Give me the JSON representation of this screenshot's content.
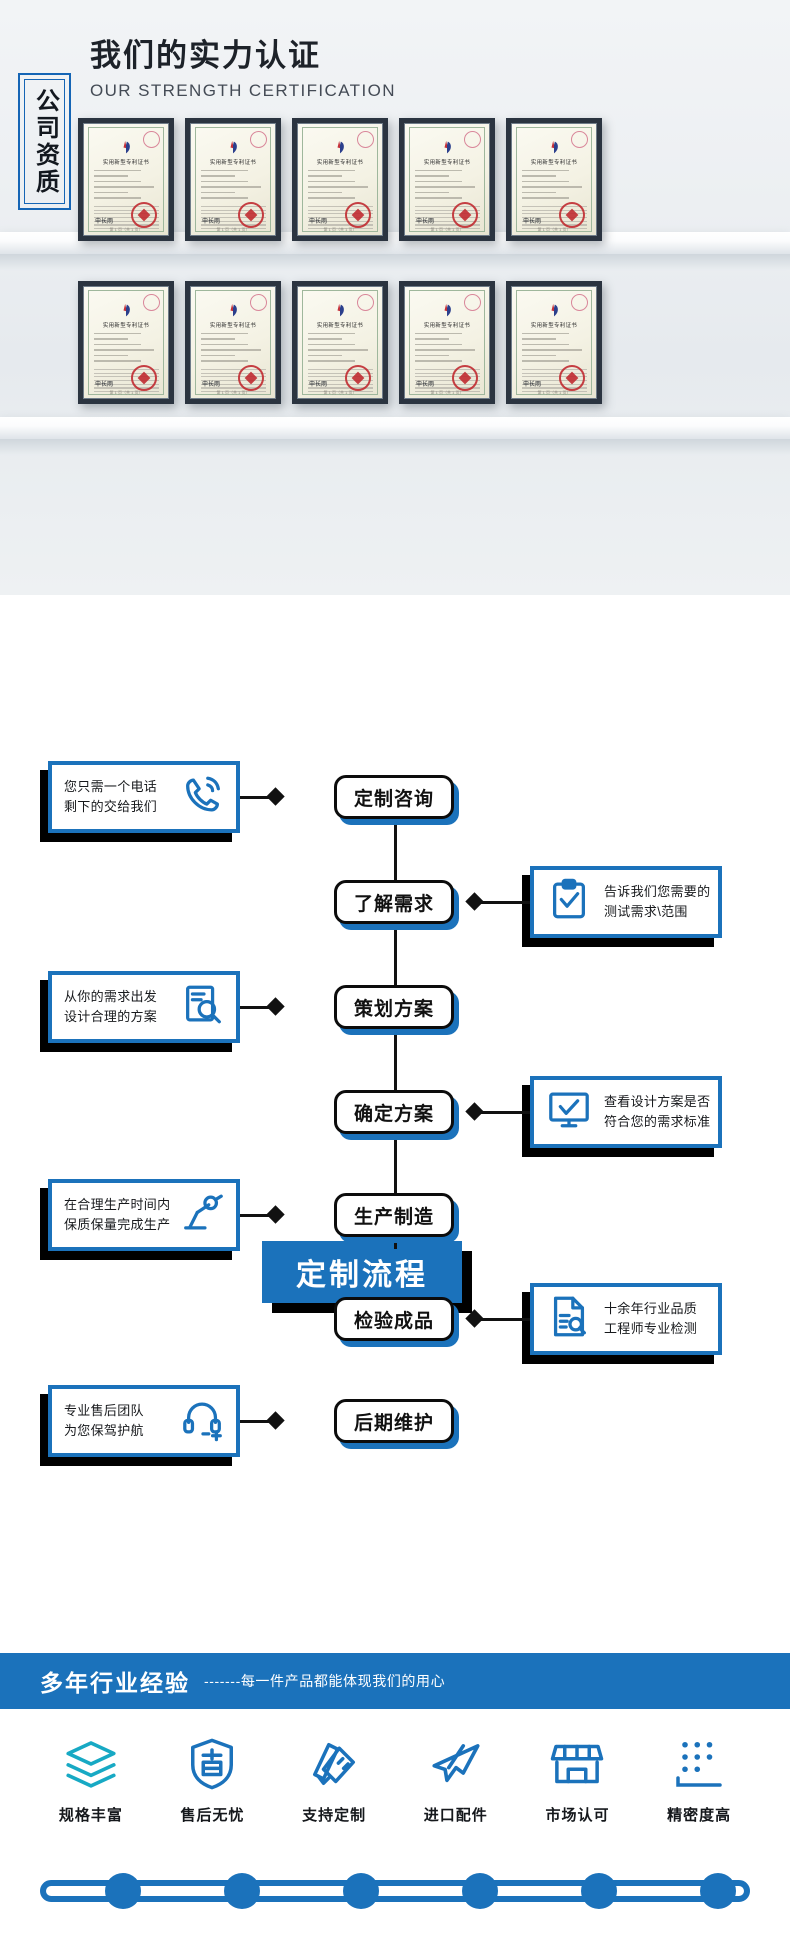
{
  "certification": {
    "title_cn": "我们的实力认证",
    "title_en": "OUR STRENGTH CERTIFICATION",
    "badge_label": "公司资质",
    "certificate_title": "实用新型专利证书",
    "certificate_signature": "申长雨",
    "certificate_footer": "第 1 页（共 1 页）",
    "row1_count": 5,
    "row2_count": 5
  },
  "flow": {
    "title": "定制流程",
    "steps": [
      {
        "label": "定制咨询"
      },
      {
        "label": "了解需求"
      },
      {
        "label": "策划方案"
      },
      {
        "label": "确定方案"
      },
      {
        "label": "生产制造"
      },
      {
        "label": "检验成品"
      },
      {
        "label": "后期维护"
      }
    ],
    "cards": [
      {
        "side": "left",
        "icon": "phone-call-icon",
        "line1": "您只需一个电话",
        "line2": "剩下的交给我们"
      },
      {
        "side": "right",
        "icon": "clipboard-check-icon",
        "line1": "告诉我们您需要的",
        "line2": "测试需求\\范围"
      },
      {
        "side": "left",
        "icon": "design-search-icon",
        "line1": "从你的需求出发",
        "line2": "设计合理的方案"
      },
      {
        "side": "right",
        "icon": "monitor-check-icon",
        "line1": "查看设计方案是否",
        "line2": "符合您的需求标准"
      },
      {
        "side": "left",
        "icon": "robot-arm-icon",
        "line1": "在合理生产时间内",
        "line2": "保质保量完成生产"
      },
      {
        "side": "right",
        "icon": "document-search-icon",
        "line1": "十余年行业品质",
        "line2": "工程师专业检测"
      },
      {
        "side": "left",
        "icon": "headset-support-icon",
        "line1": "专业售后团队",
        "line2": "为您保驾护航"
      }
    ]
  },
  "experience": {
    "headline": "多年行业经验",
    "tagline": "-------每一件产品都能体现我们的用心"
  },
  "features": [
    {
      "icon": "layers-icon",
      "label": "规格丰富"
    },
    {
      "icon": "shield-sale-icon",
      "label": "售后无忧"
    },
    {
      "icon": "ruler-pencil-icon",
      "label": "支持定制"
    },
    {
      "icon": "airplane-icon",
      "label": "进口配件"
    },
    {
      "icon": "store-icon",
      "label": "市场认可"
    },
    {
      "icon": "precision-dots-icon",
      "label": "精密度高"
    }
  ],
  "progress": {
    "dots": 6
  },
  "colors": {
    "brand_blue": "#1b72bb",
    "accent_teal": "#17a9c4",
    "ink": "#111111",
    "seal_red": "#c0272d"
  }
}
